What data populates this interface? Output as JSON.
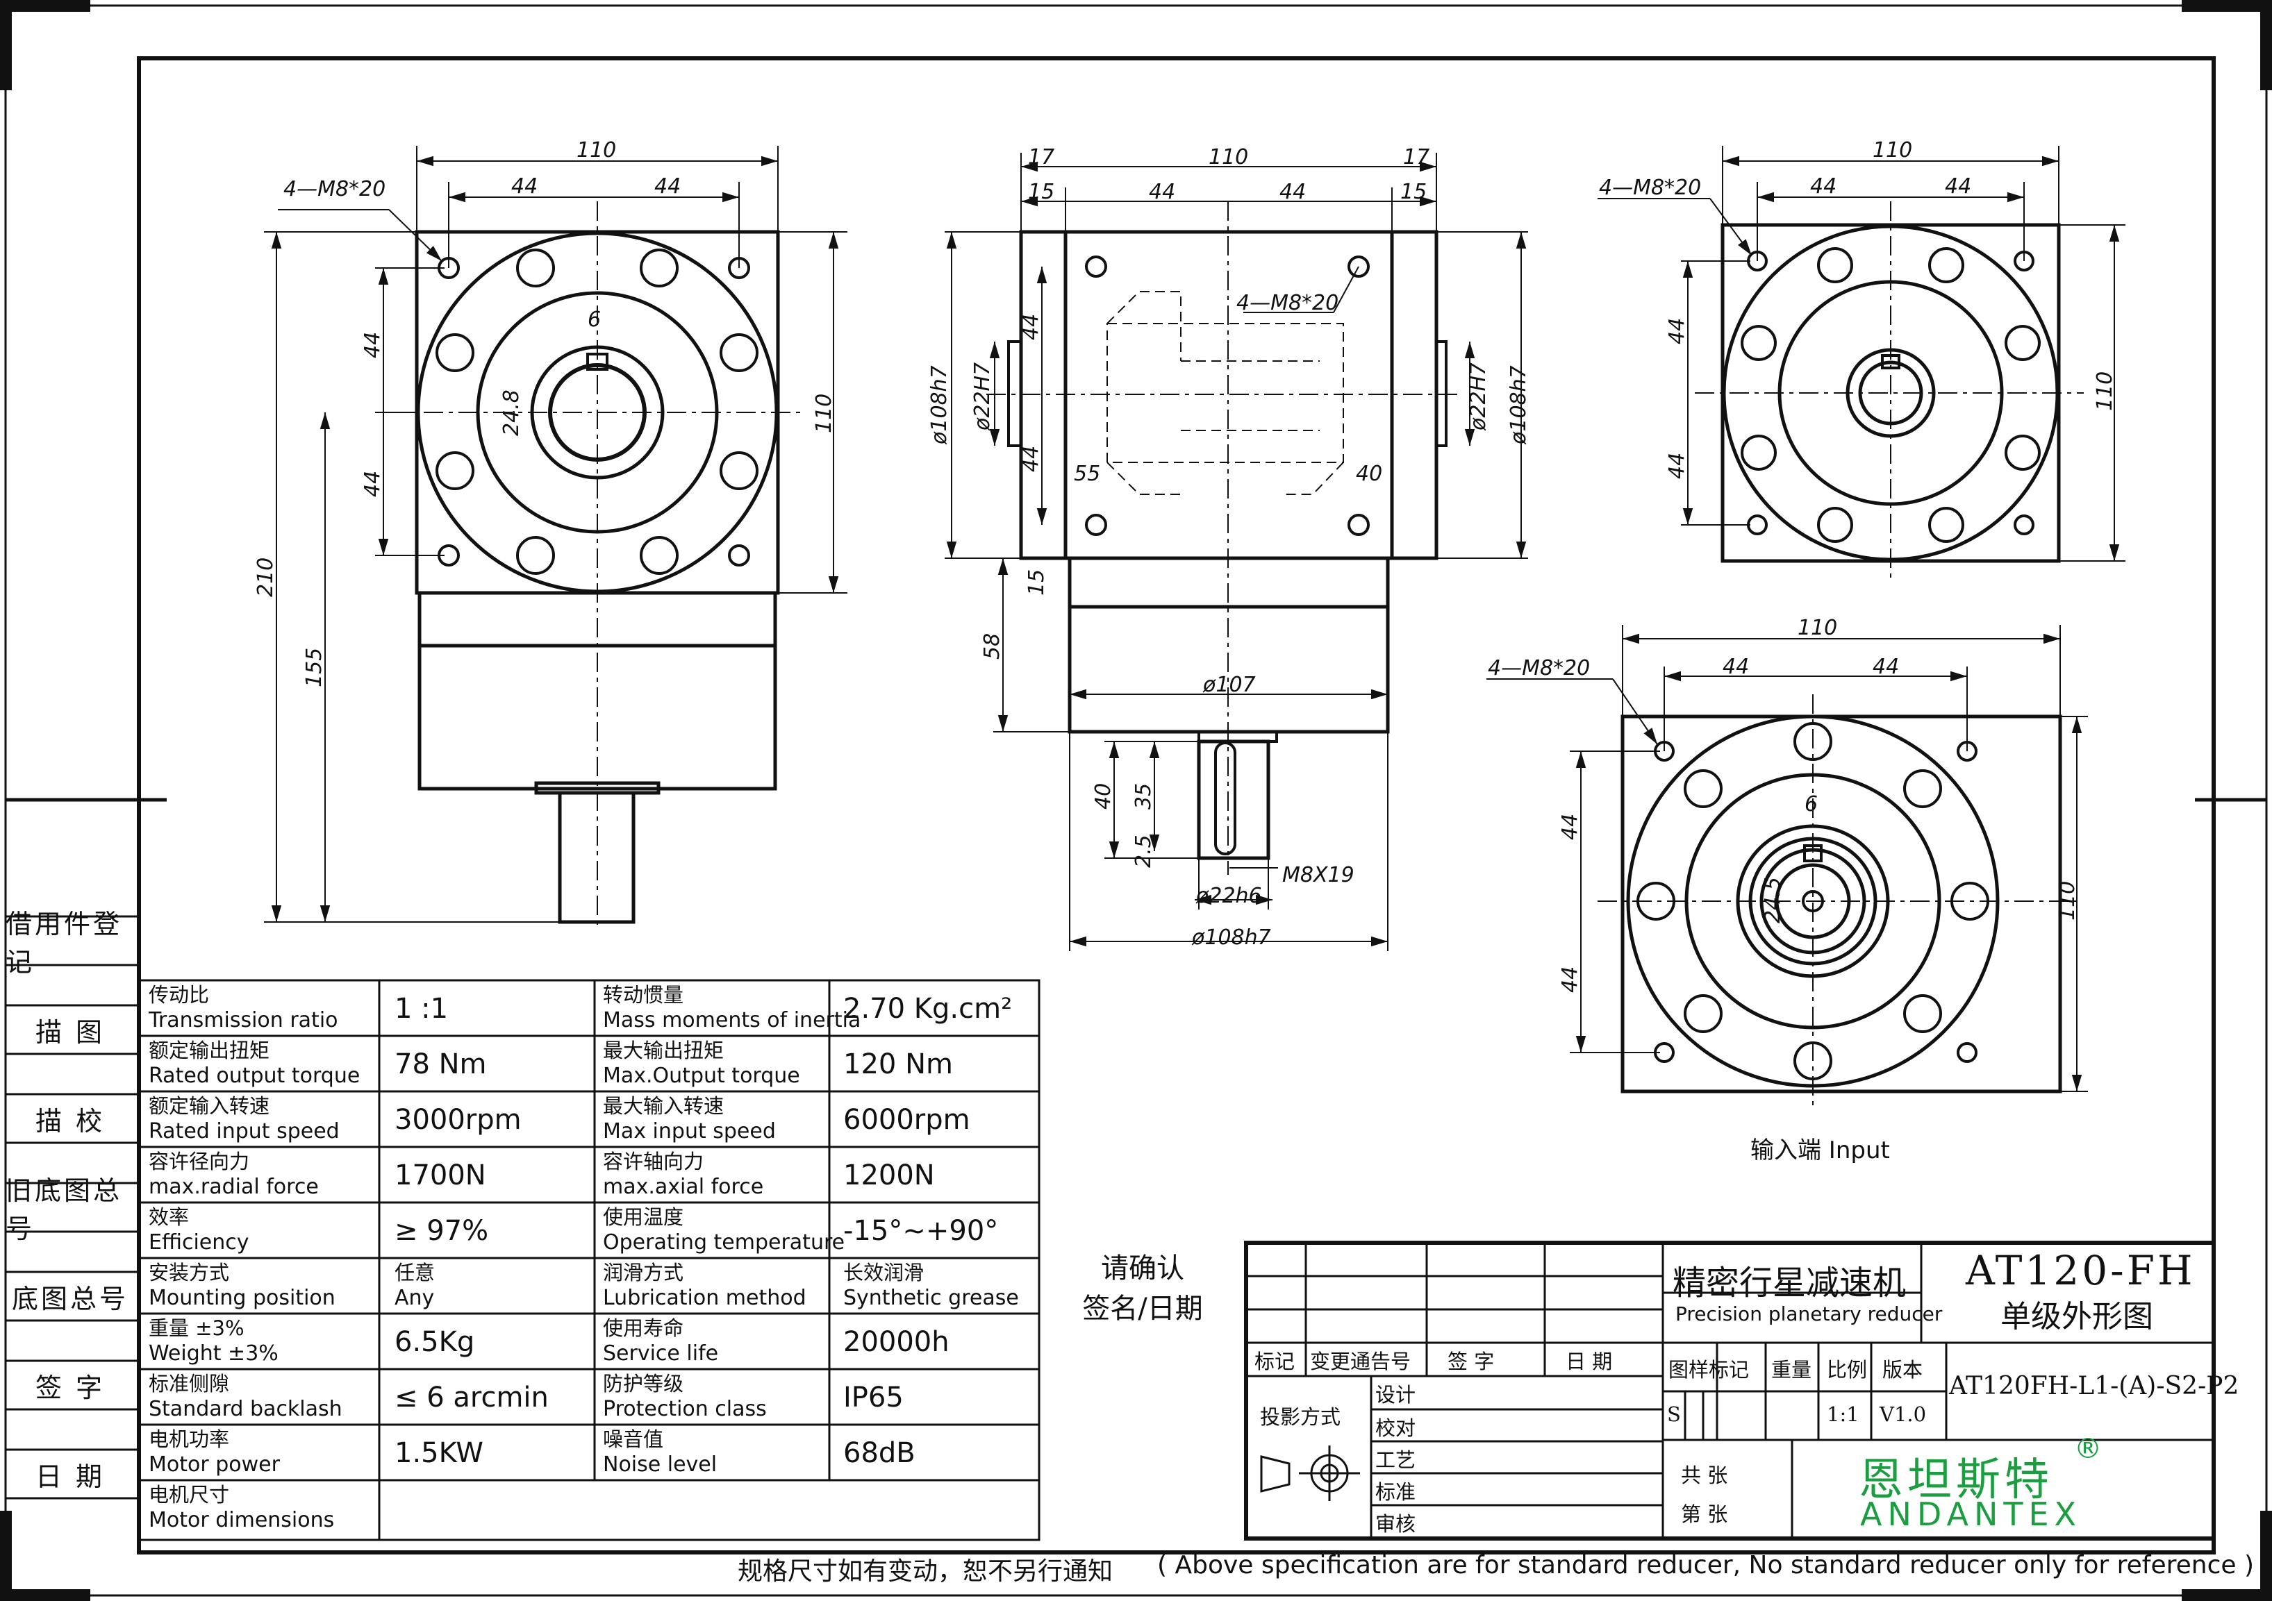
{
  "dimensions": {
    "d110": "110",
    "d44": "44",
    "d6": "6",
    "d248": "24.8",
    "d245": "24.5",
    "d210": "210",
    "d155": "155",
    "d17": "17",
    "d15": "15",
    "d55": "55",
    "d40": "40",
    "d58": "58",
    "d35": "35",
    "d25": "2.5",
    "phi108h7": "ø108h7",
    "phi22h7": "ø22H7",
    "phi107": "ø107",
    "phi22h6": "ø22h6",
    "m8x19": "M8X19",
    "m8x20": "4—M8*20"
  },
  "input_label": "输入端  Input",
  "side_column": [
    "借用件登记",
    "描  图",
    "描  校",
    "旧底图总号",
    "底图总号",
    "签  字",
    "日  期"
  ],
  "specs": [
    {
      "cn1": "传动比",
      "en1": "Transmission ratio",
      "v1": "1 :1",
      "cn2": "转动惯量",
      "en2": "Mass moments of inertia",
      "v2": "2.70 Kg.cm²"
    },
    {
      "cn1": "额定输出扭矩",
      "en1": "Rated output torque",
      "v1": "78 Nm",
      "cn2": "最大输出扭矩",
      "en2": "Max.Output torque",
      "v2": "120 Nm"
    },
    {
      "cn1": "额定输入转速",
      "en1": "Rated input speed",
      "v1": "3000rpm",
      "cn2": "最大输入转速",
      "en2": "Max input speed",
      "v2": "6000rpm"
    },
    {
      "cn1": "容许径向力",
      "en1": "max.radial force",
      "v1": "1700N",
      "cn2": "容许轴向力",
      "en2": "max.axial  force",
      "v2": "1200N"
    },
    {
      "cn1": "效率",
      "en1": "Efficiency",
      "v1": "≥ 97%",
      "cn2": "使用温度",
      "en2": "Operating temperature",
      "v2": "-15°~+90°"
    },
    {
      "cn1": "安装方式",
      "en1": "Mounting position",
      "v1": "",
      "c1cn": "任意",
      "c1en": "Any",
      "cn2": "润滑方式",
      "en2": "Lubrication method",
      "v2": "",
      "c2cn": "长效润滑",
      "c2en": "Synthetic grease"
    },
    {
      "cn1": "重量  ±3%",
      "en1": "Weight ±3%",
      "v1": "6.5Kg",
      "cn2": "使用寿命",
      "en2": "Service life",
      "v2": "20000h"
    },
    {
      "cn1": "标准侧隙",
      "en1": "Standard backlash",
      "v1": "≤ 6 arcmin",
      "cn2": "防护等级",
      "en2": "Protection class",
      "v2": "IP65"
    },
    {
      "cn1": "电机功率",
      "en1": "Motor power",
      "v1": "1.5KW",
      "cn2": "噪音值",
      "en2": "Noise level",
      "v2": "68dB"
    },
    {
      "cn1": "电机尺寸",
      "en1": "Motor dimensions",
      "v1": "",
      "cn2": "",
      "en2": "",
      "v2": ""
    }
  ],
  "confirm": {
    "line1": "请确认",
    "line2": "签名/日期"
  },
  "title_block": {
    "name_cn": "精密行星减速机",
    "name_en": "Precision planetary reducer",
    "model": "AT120-FH",
    "drawing_title": "单级外形图",
    "part_no": "AT120FH-L1-(A)-S2-P2",
    "h_mark": "标记",
    "h_change": "变更通告号",
    "h_sign": "签    字",
    "h_date": "日    期",
    "projection": "投影方式",
    "design": "设计",
    "check": "校对",
    "process": "工艺",
    "standard": "标准",
    "review": "审核",
    "h_sample": "图样标记",
    "h_weight": "重量",
    "h_scale": "比例",
    "h_version": "版本",
    "sample_s": "S",
    "scale": "1:1",
    "version": "V1.0",
    "total": "共    张",
    "sheet": "第    张",
    "brand_cn": "恩坦斯特",
    "brand_en": "ANDANTEX",
    "reg": "®"
  },
  "footer": {
    "cn": "规格尺寸如有变动，恕不另行通知",
    "en": "( Above specification are for standard reducer, No standard reducer only for reference )"
  }
}
